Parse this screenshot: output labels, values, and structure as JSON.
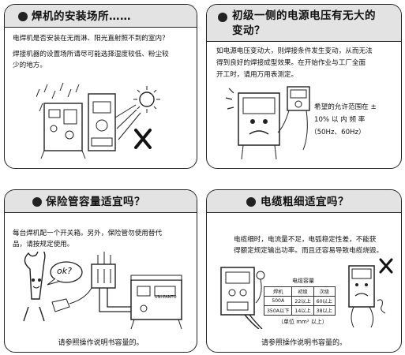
{
  "panels": {
    "p1": {
      "title": "焊机的安装场所……",
      "lines": [
        "电焊机是否安装在无雨淋、阳光直射照不到的室内？",
        "焊接机器的设置场所请尽可能选择湿度较低、粉尘较",
        "少的地方。"
      ]
    },
    "p2": {
      "title_lines": [
        "初级一侧的电源电压有无大的",
        "变动？"
      ],
      "lines": [
        "如电源电压变动大，则焊接条件发生变动，从而无法",
        "得到良好的焊接成型效果。在开始作业与工厂全面",
        "开工时，请用万用表测定。"
      ],
      "note_lines": [
        "希望的允许范围在 ±",
        "10%  以  内  频  率",
        "（50Hz、60Hz）"
      ]
    },
    "p3": {
      "title": "保险管容量适宜吗？",
      "lines": [
        "每台焊机配一个开关箱。另外，保险管勿使用替代",
        "品，请按规定使用。"
      ],
      "speech": "ok?",
      "machine_label": "UNI-PANTO",
      "footer": "请参照操作说明书容量的。"
    },
    "p4": {
      "title": "电缆粗细适宜吗？",
      "lines": [
        "电缆细时，电流量不足，电弧稳定性差，不能获",
        "得额定规定输出功率。而且还容易导致电缆烧毁。"
      ],
      "cable_table": {
        "title": "电缆容量",
        "headers": [
          "焊机",
          "初级",
          "次级"
        ],
        "rows": [
          [
            "500A",
            "22以上",
            "60以上"
          ],
          [
            "350A以下",
            "14以上",
            "38以上"
          ]
        ],
        "unit": "（单位 mm² 以上）"
      },
      "footer": "请参照操作说明书容量的。"
    }
  },
  "colors": {
    "header_bg": "#e3e3e3",
    "border": "#222222"
  }
}
